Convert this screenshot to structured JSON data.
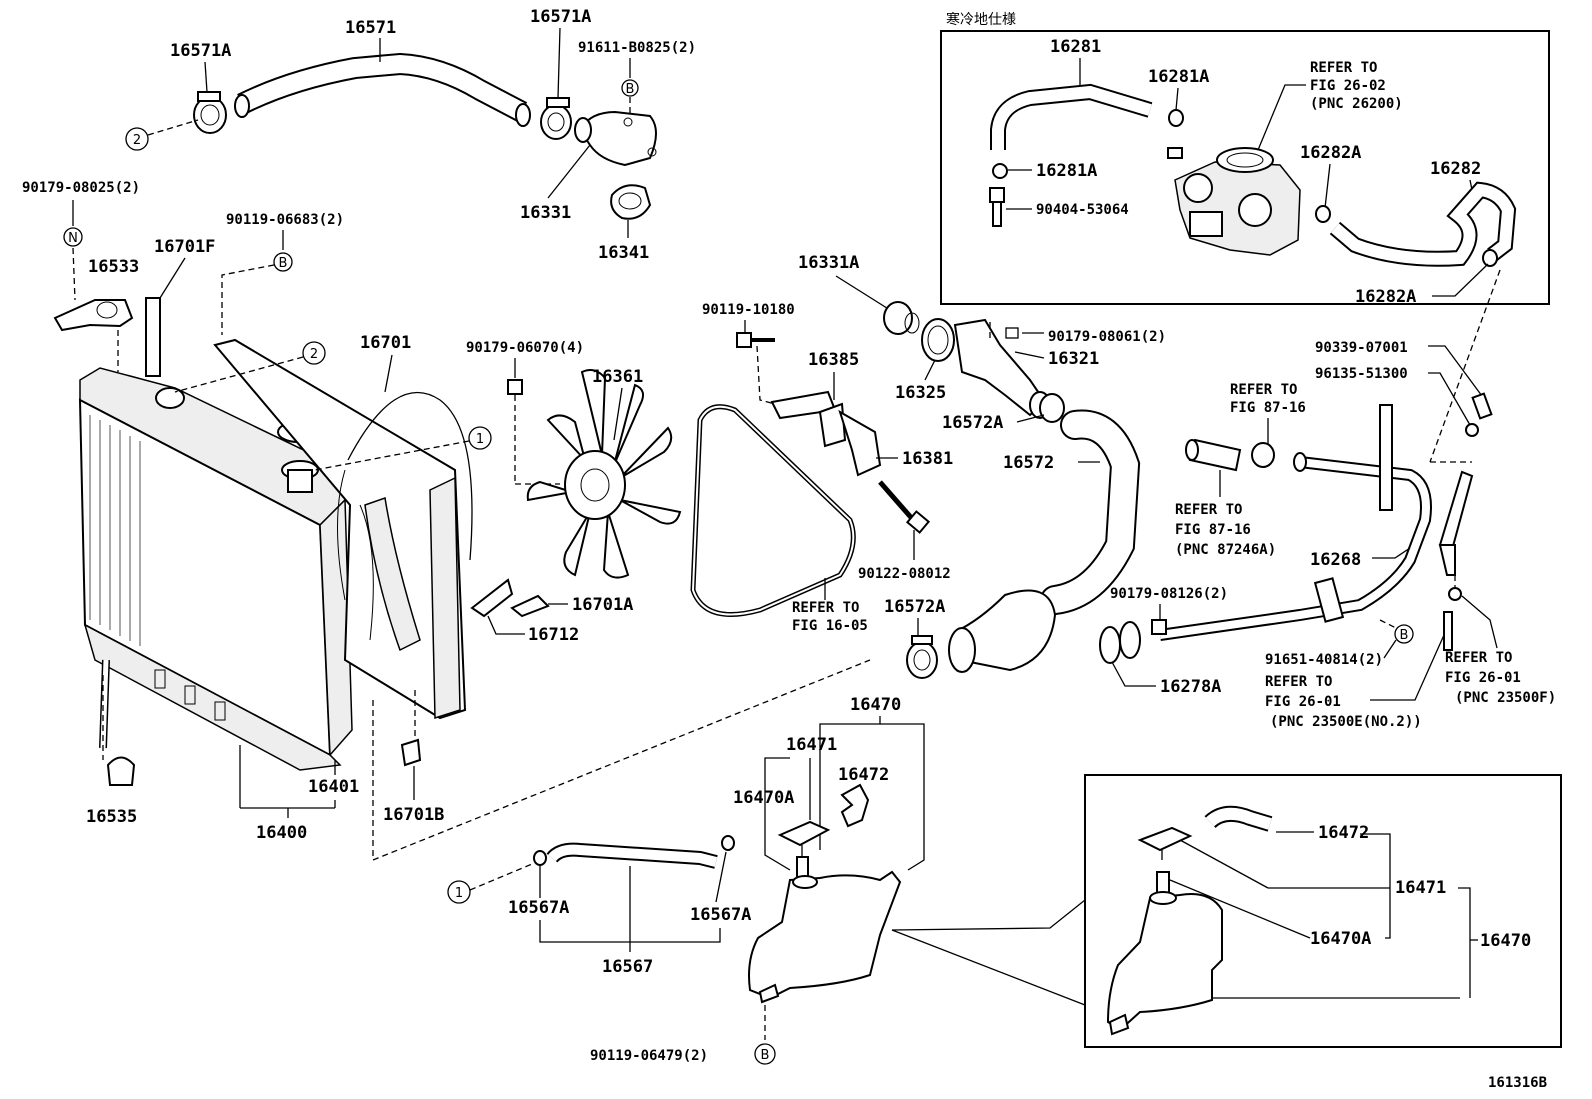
{
  "region_title": "寒冷地仕様",
  "figure_code": "161316B",
  "markers": {
    "one": "1",
    "two": "2",
    "b": "B",
    "n": "N"
  },
  "labels": {
    "p16571": "16571",
    "p16571A_left": "16571A",
    "p16571A_right": "16571A",
    "b91611": "91611-B0825(2)",
    "p16331": "16331",
    "p16341": "16341",
    "b90179_08025": "90179-08025(2)",
    "b90119_06683": "90119-06683(2)",
    "p16533": "16533",
    "p16701F": "16701F",
    "p16701": "16701",
    "b90179_06070": "90179-06070(4)",
    "p16361": "16361",
    "b90119_10180": "90119-10180",
    "p16385": "16385",
    "p16381": "16381",
    "b90122_08012": "90122-08012",
    "p16331A": "16331A",
    "b90179_08061": "90179-08061(2)",
    "p16321": "16321",
    "p16325": "16325",
    "p16572A_top": "16572A",
    "p16572": "16572",
    "p16572A_mid": "16572A",
    "p16701A": "16701A",
    "p16712": "16712",
    "p16401": "16401",
    "p16400": "16400",
    "p16535": "16535",
    "p16701B": "16701B",
    "p16470": "16470",
    "p16471": "16471",
    "p16472": "16472",
    "p16470A": "16470A",
    "p16567A_left": "16567A",
    "p16567A_right": "16567A",
    "p16567": "16567",
    "b90119_06479": "90119-06479(2)",
    "p16281": "16281",
    "p16281A_top": "16281A",
    "p16281A_mid": "16281A",
    "b90404": "90404-53064",
    "p16282A_top": "16282A",
    "p16282": "16282",
    "p16282A_bottom": "16282A",
    "b90339": "90339-07001",
    "b96135": "96135-51300",
    "p16268": "16268",
    "b90179_08126": "90179-08126(2)",
    "b91651": "91651-40814(2)",
    "p16278A": "16278A",
    "inset_16472": "16472",
    "inset_16471": "16471",
    "inset_16470A": "16470A",
    "inset_16470": "16470"
  },
  "references": {
    "fig26_02": [
      "REFER TO",
      "FIG 26-02",
      "(PNC 26200)"
    ],
    "fig87_16_a": [
      "REFER TO",
      "FIG 87-16"
    ],
    "fig87_16_b": [
      "REFER TO",
      "FIG 87-16",
      "(PNC 87246A)"
    ],
    "fig16_05": [
      "REFER TO",
      "FIG 16-05"
    ],
    "fig26_01_a": [
      "REFER TO",
      "FIG 26-01",
      "(PNC 23500E(NO.2))"
    ],
    "fig26_01_b": [
      "REFER TO",
      "FIG 26-01",
      "(PNC 23500F)"
    ]
  }
}
